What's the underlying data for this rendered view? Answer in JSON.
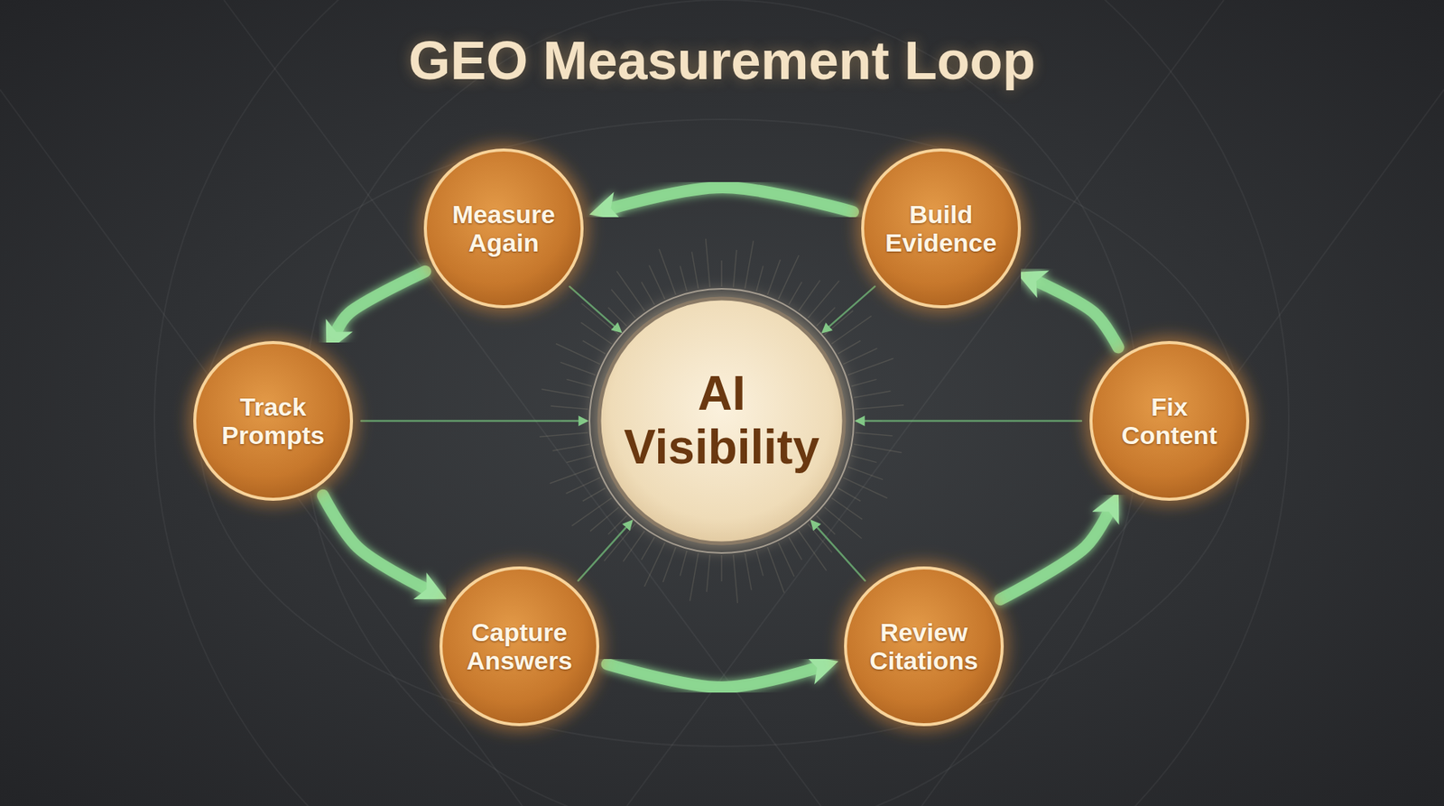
{
  "diagram": {
    "title": "GEO Measurement Loop",
    "nodes": [
      {
        "text": [
          "Measure Again"
        ]
      },
      {
        "text": [
          "Build Evidence"
        ]
      },
      {
        "text": [
          "Track Prompts"
        ]
      },
      {
        "text": [
          "AI Visibility"
        ]
      },
      {
        "text": [
          "Fix Content"
        ]
      },
      {
        "text": [
          "Capture Answers"
        ]
      },
      {
        "text": [
          "Review Citations"
        ]
      }
    ],
    "edges": [
      {
        "from": 2,
        "to": 5,
        "arrow": "to"
      },
      {
        "from": 5,
        "to": 6,
        "arrow": "to"
      },
      {
        "from": 6,
        "to": 4,
        "arrow": "to"
      },
      {
        "from": 4,
        "to": 1,
        "arrow": "to"
      },
      {
        "from": 1,
        "to": 0,
        "arrow": "to"
      },
      {
        "from": 0,
        "to": 2,
        "arrow": "to"
      },
      {
        "from": 0,
        "to": 3,
        "arrow": "to"
      },
      {
        "from": 1,
        "to": 3,
        "arrow": "to"
      },
      {
        "from": 2,
        "to": 3,
        "arrow": "to"
      },
      {
        "from": 4,
        "to": 3,
        "arrow": "to"
      },
      {
        "from": 5,
        "to": 3,
        "arrow": "to"
      },
      {
        "from": 6,
        "to": 3,
        "arrow": "to"
      }
    ]
  }
}
